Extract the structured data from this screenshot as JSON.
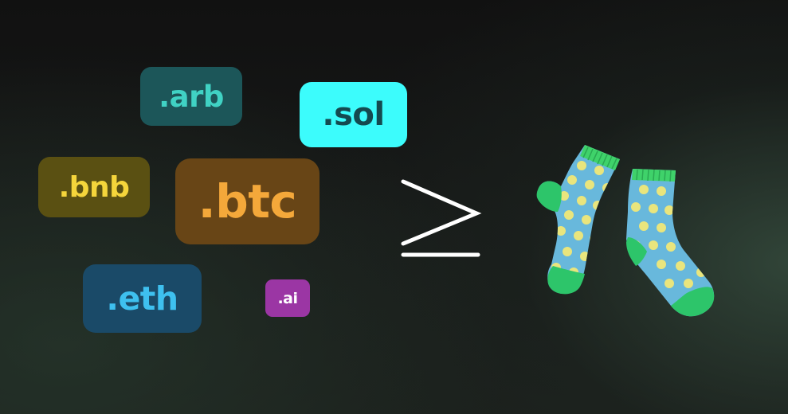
{
  "tags": [
    {
      "id": "arb",
      "label": ".arb",
      "bg": "#1c5659",
      "fg": "#40d2c4"
    },
    {
      "id": "sol",
      "label": ".sol",
      "bg": "#3cfcfc",
      "fg": "#144a50"
    },
    {
      "id": "bnb",
      "label": ".bnb",
      "bg": "#5a5012",
      "fg": "#f5d53b"
    },
    {
      "id": "btc",
      "label": ".btc",
      "bg": "#684516",
      "fg": "#f4a83a"
    },
    {
      "id": "eth",
      "label": ".eth",
      "bg": "#1a4a68",
      "fg": "#3ec0ef"
    },
    {
      "id": "ai",
      "label": ".ai",
      "bg": "#9b36a4",
      "fg": "#ffffff"
    }
  ],
  "operator": {
    "symbol": "≥",
    "color": "#ffffff"
  },
  "socks": {
    "body_color": "#68b8dc",
    "dot_color": "#e9e57d",
    "cuff_color": "#3fd26a",
    "toe_heel_color": "#2dc56a",
    "icon": "socks-icon"
  }
}
